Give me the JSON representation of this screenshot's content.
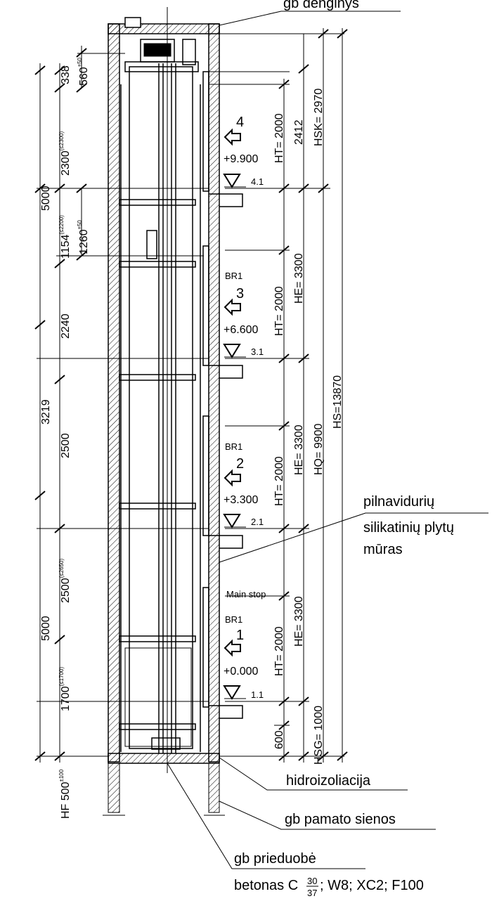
{
  "callouts": {
    "roof": "gb denginys",
    "wall_1": "pilnavidurių",
    "wall_2": "silikatinių plytų",
    "wall_3": "mūras",
    "waterproof": "hidroizoliacija",
    "foundation": "gb pamato sienos",
    "pit": "gb prieduobė",
    "concrete_prefix": "betonas C",
    "concrete_num": "30",
    "concrete_den": "37",
    "concrete_suffix": "; W8; XC2; F100"
  },
  "left_dims": {
    "d5000_top": "5000",
    "d3219": "3219",
    "d5000_bottom": "5000",
    "hf": "HF 500",
    "hf_tol": "±100",
    "d338": "338",
    "d560": "560",
    "d560_tol": "±50",
    "d2300": "2300",
    "d2300_tol": "(≤2300)",
    "d1154": "1154",
    "d1154_tol": "(≤2200)",
    "d1260": "1260",
    "d1260_tol": "±50",
    "d2240": "2240",
    "d2500": "2500",
    "d2500b": "2500",
    "d2500b_tol": "(≤2650)",
    "d1700": "1700",
    "d1700_tol": "(≤1700)",
    "d600": "600"
  },
  "right_dims": {
    "ht": "HT= 2000",
    "he": "HE= 3300",
    "d2412": "2412",
    "hsk": "HSK= 2970",
    "hq": "HQ= 9900",
    "hs": "HS=13870",
    "hsg": "HSG= 1000"
  },
  "floors": [
    {
      "number": "4",
      "elevation": "+9.900",
      "landing": "4.1",
      "door": ""
    },
    {
      "number": "3",
      "elevation": "+6.600",
      "landing": "3.1",
      "door": "BR1"
    },
    {
      "number": "2",
      "elevation": "+3.300",
      "landing": "2.1",
      "door": "BR1"
    },
    {
      "number": "1",
      "elevation": "+0.000",
      "landing": "1.1",
      "door": "BR1"
    }
  ],
  "main_stop": "Main stop"
}
